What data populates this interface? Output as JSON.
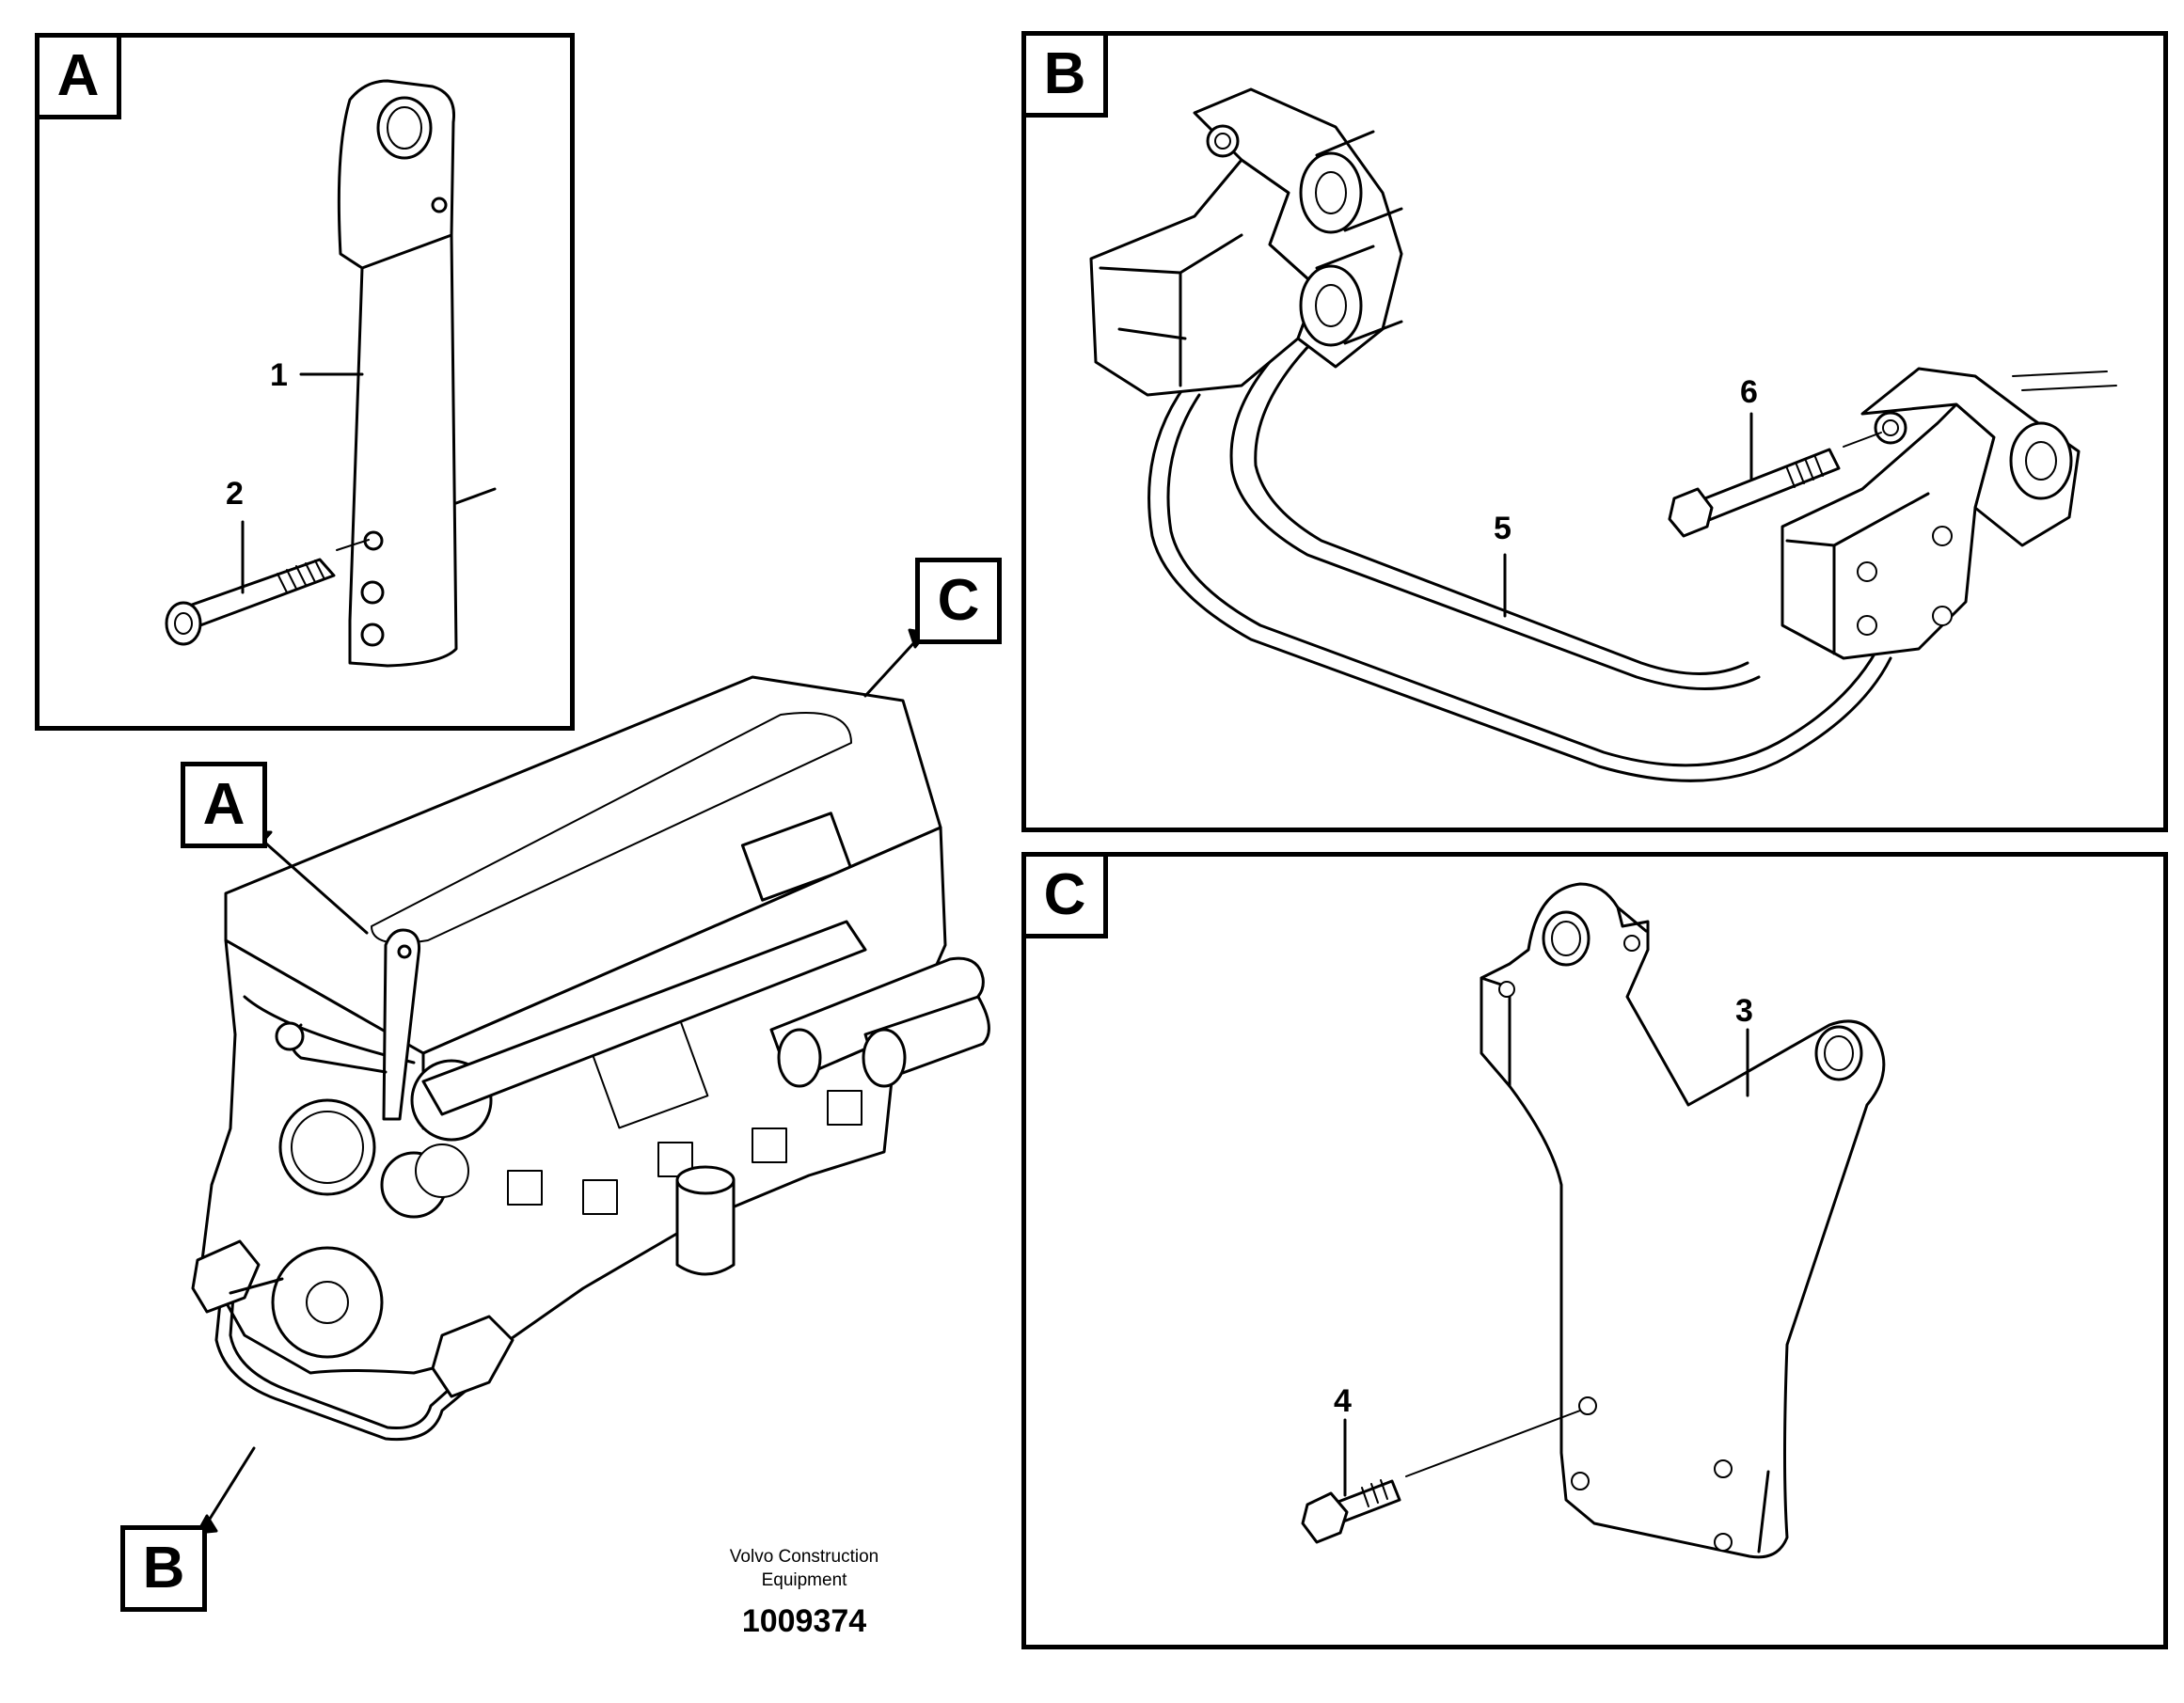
{
  "panels": {
    "a": {
      "label": "A",
      "callouts": [
        "1",
        "2"
      ]
    },
    "b": {
      "label": "B",
      "callouts": [
        "5",
        "6"
      ]
    },
    "c": {
      "label": "C",
      "callouts": [
        "3",
        "4"
      ]
    }
  },
  "overview": {
    "tag_a": "A",
    "tag_b": "B",
    "tag_c": "C"
  },
  "footer": {
    "line1": "Volvo Construction",
    "line2": "Equipment",
    "number": "1009374"
  }
}
